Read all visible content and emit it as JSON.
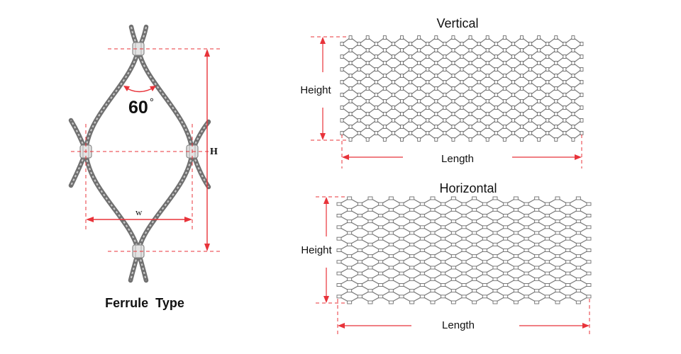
{
  "ferrule": {
    "caption": "Ferrule  Type",
    "angle_value": "60",
    "angle_unit": "°",
    "height_label": "H",
    "width_label": "w"
  },
  "vertical": {
    "title": "Vertical",
    "height_label": "Height",
    "length_label": "Length"
  },
  "horizontal": {
    "title": "Horizontal",
    "height_label": "Height",
    "length_label": "Length"
  },
  "colors": {
    "dimension": "#e8333a",
    "cable": "#707070",
    "cable_highlight": "#c8c8c8",
    "mesh": "#7a7a7a",
    "text": "#111111"
  }
}
